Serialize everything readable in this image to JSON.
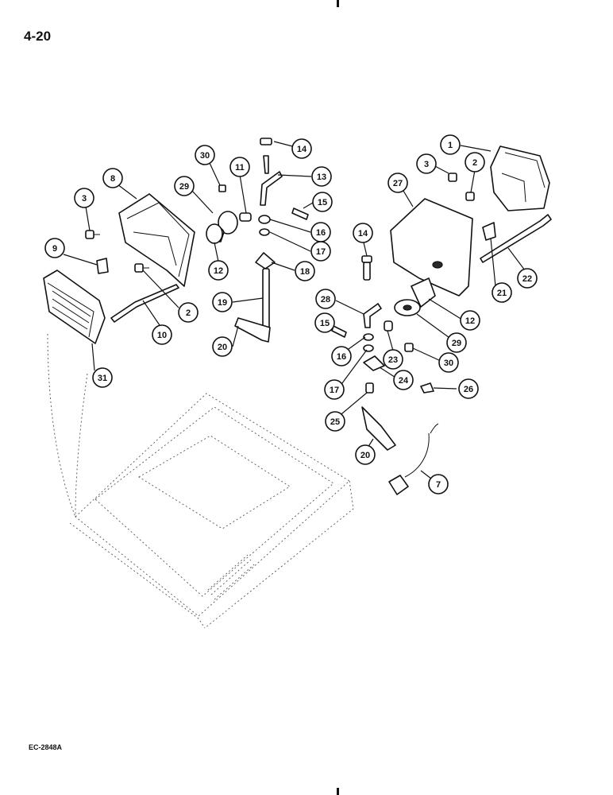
{
  "page": {
    "number": "4-20",
    "figure_code": "EC-2848A"
  },
  "callouts": [
    {
      "label": "1"
    },
    {
      "label": "3"
    },
    {
      "label": "2"
    },
    {
      "label": "27"
    },
    {
      "label": "30"
    },
    {
      "label": "14"
    },
    {
      "label": "11"
    },
    {
      "label": "13"
    },
    {
      "label": "29"
    },
    {
      "label": "15"
    },
    {
      "label": "8"
    },
    {
      "label": "3"
    },
    {
      "label": "16"
    },
    {
      "label": "17"
    },
    {
      "label": "12"
    },
    {
      "label": "18"
    },
    {
      "label": "9"
    },
    {
      "label": "2"
    },
    {
      "label": "10"
    },
    {
      "label": "19"
    },
    {
      "label": "20"
    },
    {
      "label": "31"
    },
    {
      "label": "14"
    },
    {
      "label": "28"
    },
    {
      "label": "15"
    },
    {
      "label": "16"
    },
    {
      "label": "23"
    },
    {
      "label": "17"
    },
    {
      "label": "24"
    },
    {
      "label": "25"
    },
    {
      "label": "20"
    },
    {
      "label": "12"
    },
    {
      "label": "29"
    },
    {
      "label": "30"
    },
    {
      "label": "26"
    },
    {
      "label": "7"
    },
    {
      "label": "21"
    },
    {
      "label": "22"
    }
  ]
}
